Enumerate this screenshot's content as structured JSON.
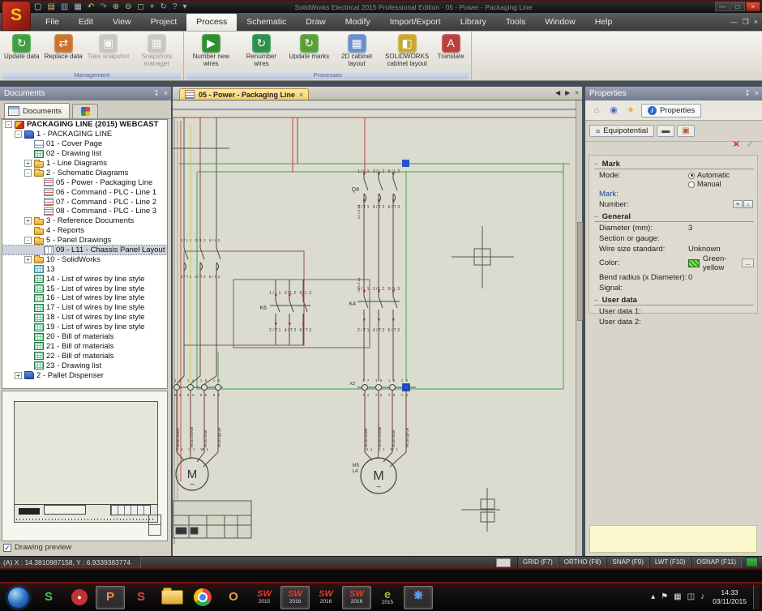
{
  "window": {
    "logo_letter": "S",
    "title": "SolidWorks Electrical 2015 Professional Edition - 05 - Power - Packaging Line",
    "menus": [
      "File",
      "Edit",
      "View",
      "Project",
      "Process",
      "Schematic",
      "Draw",
      "Modify",
      "Import/Export",
      "Library",
      "Tools",
      "Window",
      "Help"
    ],
    "active_menu": "Process",
    "quick_access_icons": [
      {
        "name": "new-document-icon",
        "glyph": "▢",
        "color": "#cfd3d8"
      },
      {
        "name": "open-project-icon",
        "glyph": "▤",
        "color": "#d8b868"
      },
      {
        "name": "save-icon",
        "glyph": "▥",
        "color": "#88a8d8"
      },
      {
        "name": "print-icon",
        "glyph": "▦",
        "color": "#b8bcc0"
      },
      {
        "name": "undo-icon",
        "glyph": "↶",
        "color": "#d8c868"
      },
      {
        "name": "redo-icon",
        "glyph": "↷",
        "color": "#9098a0"
      },
      {
        "name": "zoom-in-icon",
        "glyph": "⊕",
        "color": "#a8c8a0"
      },
      {
        "name": "zoom-out-icon",
        "glyph": "⊖",
        "color": "#a8c8a0"
      },
      {
        "name": "zoom-fit-icon",
        "glyph": "◻",
        "color": "#a8c8a0"
      },
      {
        "name": "pan-icon",
        "glyph": "+",
        "color": "#c0c0c0"
      },
      {
        "name": "redraw-icon",
        "glyph": "↻",
        "color": "#80b880"
      },
      {
        "name": "help-icon",
        "glyph": "?",
        "color": "#88b0e0"
      },
      {
        "name": "customize-toolbar-icon",
        "glyph": "▾",
        "color": "#aaaaaa"
      }
    ],
    "titlebar_buttons": [
      {
        "name": "minimize-button",
        "glyph": "—"
      },
      {
        "name": "maximize-button",
        "glyph": "□"
      },
      {
        "name": "close-button",
        "glyph": "×"
      }
    ],
    "mdi_buttons": [
      {
        "name": "mdi-minimize-button",
        "glyph": "—"
      },
      {
        "name": "mdi-restore-button",
        "glyph": "❐"
      },
      {
        "name": "mdi-close-button",
        "glyph": "×"
      }
    ]
  },
  "ribbon": {
    "groups": [
      {
        "label": "Management",
        "buttons": [
          {
            "name": "update-data-button",
            "label": "Update data",
            "icon": "update-data-icon",
            "glyph": "↻",
            "color": "#3f9e3f"
          },
          {
            "name": "replace-data-button",
            "label": "Replace data",
            "icon": "replace-data-icon",
            "glyph": "⇄",
            "color": "#c8742e"
          },
          {
            "name": "take-snapshot-button",
            "label": "Take snapshot",
            "icon": "take-snapshot-icon",
            "glyph": "▣",
            "color": "#9a9a9a",
            "disabled": true
          },
          {
            "name": "snapshots-manager-button",
            "label": "Snapshots manager",
            "icon": "snapshots-manager-icon",
            "glyph": "▦",
            "color": "#9a9a9a",
            "disabled": true
          }
        ]
      },
      {
        "label": "Processes",
        "buttons": [
          {
            "name": "number-new-wires-button",
            "label": "Number new wires",
            "icon": "number-new-wires-icon",
            "glyph": "▶",
            "color": "#2f8f2f"
          },
          {
            "name": "renumber-wires-button",
            "label": "Renumber wires",
            "icon": "renumber-wires-icon",
            "glyph": "↻",
            "color": "#2f8f4f"
          },
          {
            "name": "update-marks-button",
            "label": "Update marks",
            "icon": "update-marks-icon",
            "glyph": "↻",
            "color": "#5a9e3a"
          },
          {
            "name": "2d-cabinet-layout-button",
            "label": "2D cabinet layout",
            "icon": "2d-cabinet-layout-icon",
            "glyph": "▦",
            "color": "#6a8ec8"
          },
          {
            "name": "solidworks-cabinet-layout-button",
            "label": "SOLIDWORKS cabinet layout",
            "icon": "solidworks-cabinet-layout-icon",
            "glyph": "◧",
            "color": "#c8a830"
          },
          {
            "name": "translate-button",
            "label": "Translate",
            "icon": "translate-icon",
            "glyph": "A",
            "color": "#b84040"
          }
        ]
      }
    ]
  },
  "documents_panel": {
    "title": "Documents",
    "tab_label": "Documents",
    "header_icons": [
      {
        "name": "pin-icon",
        "glyph": "↧"
      },
      {
        "name": "close-icon",
        "glyph": "×"
      }
    ],
    "preview_checkbox_label": "Drawing preview",
    "preview_checkbox_glyph": "✓",
    "tree": [
      {
        "depth": 0,
        "icon": "project",
        "label": "PACKAGING LINE (2015) WEBCAST",
        "exp": "-",
        "bold": true
      },
      {
        "depth": 1,
        "icon": "book",
        "label": "1 - PACKAGING LINE",
        "exp": "-"
      },
      {
        "depth": 2,
        "icon": "page",
        "label": "01 - Cover Page"
      },
      {
        "depth": 2,
        "icon": "table",
        "label": "02 - Drawing list"
      },
      {
        "depth": 2,
        "icon": "folder",
        "label": "1 - Line Diagrams",
        "exp": "+"
      },
      {
        "depth": 2,
        "icon": "folder",
        "label": "2 - Schematic Diagrams",
        "exp": "-"
      },
      {
        "depth": 3,
        "icon": "schematic",
        "label": "05 - Power - Packaging Line"
      },
      {
        "depth": 3,
        "icon": "schematic",
        "label": "06 - Command - PLC - Line 1"
      },
      {
        "depth": 3,
        "icon": "schematic",
        "label": "07 - Command - PLC - Line 2"
      },
      {
        "depth": 3,
        "icon": "schematic",
        "label": "08 - Command - PLC - Line 3"
      },
      {
        "depth": 2,
        "icon": "folder",
        "label": "3 - Reference Documents",
        "exp": "+"
      },
      {
        "depth": 2,
        "icon": "folder",
        "label": "4 - Reports"
      },
      {
        "depth": 2,
        "icon": "folder",
        "label": "5 - Panel Drawings",
        "exp": "-"
      },
      {
        "depth": 3,
        "icon": "panel",
        "label": "09 - L11 - Chassis Panel Layout",
        "sel": true
      },
      {
        "depth": 2,
        "icon": "folder",
        "label": "10 - SolidWorks",
        "exp": "+"
      },
      {
        "depth": 2,
        "icon": "table-teal",
        "label": "13"
      },
      {
        "depth": 2,
        "icon": "table",
        "label": "14 - List of wires by line style"
      },
      {
        "depth": 2,
        "icon": "table",
        "label": "15 - List of wires by line style"
      },
      {
        "depth": 2,
        "icon": "table",
        "label": "16 - List of wires by line style"
      },
      {
        "depth": 2,
        "icon": "table",
        "label": "17 - List of wires by line style"
      },
      {
        "depth": 2,
        "icon": "table",
        "label": "18 - List of wires by line style"
      },
      {
        "depth": 2,
        "icon": "table",
        "label": "19 - List of wires by line style"
      },
      {
        "depth": 2,
        "icon": "table",
        "label": "20 - Bill of materials"
      },
      {
        "depth": 2,
        "icon": "table",
        "label": "21 - Bill of materials"
      },
      {
        "depth": 2,
        "icon": "table",
        "label": "22 - Bill of materials"
      },
      {
        "depth": 2,
        "icon": "table",
        "label": "23 - Drawing list"
      },
      {
        "depth": 1,
        "icon": "book",
        "label": "2 - Pallet Dispenser",
        "exp": "+"
      }
    ]
  },
  "canvas": {
    "tab": {
      "label": "05 - Power - Packaging Line",
      "close_glyph": "×",
      "nav": [
        "◀",
        "▶",
        "×"
      ]
    },
    "devices": {
      "q4": "Q4",
      "k6": "K6",
      "k4": "K4"
    },
    "pins_top": "1/L1 3/L2 5/L3",
    "pins_bottom": "2/T1 4/T2 6/T3",
    "terminals": {
      "name": "X3",
      "right_top": "17 18 19 20",
      "right_bottom": "71 72 73 74",
      "left_top": "13 14 15 16",
      "left_bottom": "63 64 65 66"
    },
    "motor": {
      "symbol": "M",
      "wave": "~",
      "right_name": "M5",
      "right_location": "L4.",
      "pins": "U1 V1 W1"
    },
    "phase_label": "L1 L1 L1",
    "wire_labels_left": [
      "W104 black",
      "W104 brown",
      "W104 blue",
      "W104 gn-ye"
    ],
    "wire_labels_right": [
      "W109 black",
      "W109 brown",
      "W109 blue",
      "W109 gn-ye"
    ]
  },
  "properties_panel": {
    "title": "Properties",
    "header_icons": [
      {
        "name": "pin-icon",
        "glyph": "↧"
      },
      {
        "name": "close-icon",
        "glyph": "×"
      }
    ],
    "toolbar_icons": [
      {
        "name": "home-icon",
        "glyph": "⌂",
        "color": "#c87830"
      },
      {
        "name": "dashboard-icon",
        "glyph": "◉",
        "color": "#4a6ac8"
      },
      {
        "name": "favorites-icon",
        "glyph": "★",
        "color": "#e8b820"
      }
    ],
    "info_tab": {
      "label": "Properties",
      "glyph": "i"
    },
    "equipotential_tab": {
      "label": "Equipotential",
      "glyph": "≡"
    },
    "subtab_icons": [
      {
        "name": "wire-style-tab-icon",
        "glyph": "▬",
        "color": "#444444"
      },
      {
        "name": "component-tab-icon",
        "glyph": "▣",
        "color": "#b06030"
      }
    ],
    "action_icons": [
      {
        "name": "delete-button",
        "glyph": "×",
        "color": "#cc2222"
      },
      {
        "name": "apply-button",
        "glyph": "✓",
        "color": "#b0b0a8"
      }
    ],
    "collapse_glyph": "−",
    "rows": [
      {
        "section": "Mark"
      },
      {
        "label": "Mode:",
        "type": "radio",
        "options": [
          "Automatic",
          "Manual"
        ],
        "selected": 0
      },
      {
        "label": "Mark:",
        "value": "",
        "blue": true
      },
      {
        "label": "Number:",
        "value": "",
        "type": "number",
        "buttons": [
          {
            "name": "number-lock-button",
            "glyph": "≡"
          },
          {
            "name": "number-next-button",
            "glyph": "↓"
          }
        ]
      },
      {
        "section": "General"
      },
      {
        "label": "Diameter (mm):",
        "value": "3"
      },
      {
        "label": "Section or gauge:",
        "value": ""
      },
      {
        "label": "Wire size standard:",
        "value": "Unknown"
      },
      {
        "label": "Color:",
        "value": "Green-yellow",
        "type": "color",
        "swatch": "#2da02d",
        "dots": "..."
      },
      {
        "label": "Bend radius (x Diameter):",
        "value": "0"
      },
      {
        "label": "Signal:",
        "value": ""
      },
      {
        "section": "User data"
      },
      {
        "label": "User data 1:",
        "value": ""
      },
      {
        "label": "User data 2:",
        "value": ""
      }
    ]
  },
  "status_bar": {
    "coordinates": "(A) X : 14.3810987158, Y : 6.9339383774",
    "toggles": [
      "GRID (F7)",
      "ORTHO (F8)",
      "SNAP (F9)",
      "LWT (F10)",
      "OSNAP (F11)"
    ]
  },
  "taskbar": {
    "icons": [
      {
        "name": "start-button",
        "style": "start"
      },
      {
        "name": "gotomeeting-icon",
        "style": "glyph",
        "glyph": "S",
        "color": "#4fbf5f"
      },
      {
        "name": "recorder-icon",
        "style": "glyph",
        "glyph": "●",
        "color": "#ffffff",
        "bg": "#c03434"
      },
      {
        "name": "powerpoint-icon",
        "style": "glyph",
        "glyph": "P",
        "color": "#e8905a",
        "active": true
      },
      {
        "name": "solidworks-resource-icon",
        "style": "glyph",
        "glyph": "S",
        "color": "#d04848"
      },
      {
        "name": "file-explorer-icon",
        "style": "folder"
      },
      {
        "name": "chrome-icon",
        "style": "chrome"
      },
      {
        "name": "outlook-icon",
        "style": "glyph",
        "glyph": "O",
        "color": "#e8a040"
      },
      {
        "name": "solidworks-2015-icon",
        "style": "sw",
        "glyph": "SW",
        "year": "2015"
      },
      {
        "name": "solidworks-2016-icon-a",
        "style": "sw",
        "glyph": "SW",
        "year": "2016",
        "active": true
      },
      {
        "name": "solidworks-2016-icon-b",
        "style": "sw",
        "glyph": "SW",
        "year": "2016"
      },
      {
        "name": "solidworks-2016-icon-c",
        "style": "sw",
        "glyph": "SW",
        "year": "2016",
        "active": true
      },
      {
        "name": "electrical-2015-icon",
        "style": "e",
        "glyph": "e",
        "year": "2015"
      },
      {
        "name": "edrawings-icon",
        "style": "snow",
        "active": true
      }
    ],
    "tray_icons": [
      {
        "name": "hidden-icons-button",
        "glyph": "▴"
      },
      {
        "name": "flag-icon",
        "glyph": "⚑"
      },
      {
        "name": "network-icon",
        "glyph": "▦"
      },
      {
        "name": "update-icon",
        "glyph": "◫"
      },
      {
        "name": "volume-icon",
        "glyph": "♪"
      }
    ],
    "time": "14:33",
    "date": "03/11/2015"
  }
}
